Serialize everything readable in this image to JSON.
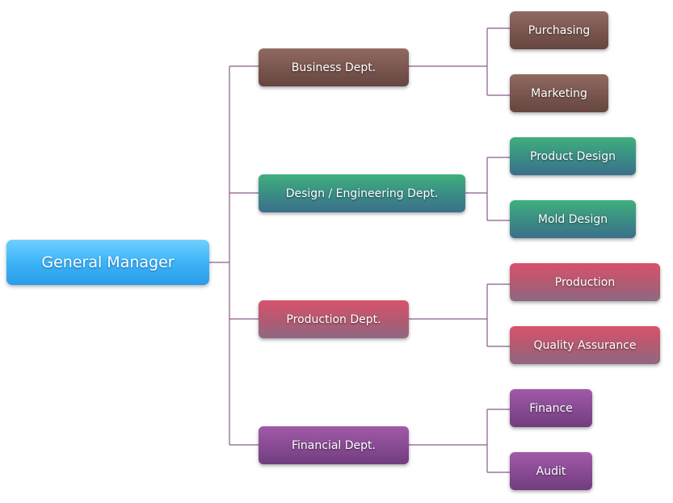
{
  "root": {
    "label": "General Manager"
  },
  "departments": [
    {
      "label": "Business Dept.",
      "color": "#7a574f",
      "children": [
        "Purchasing",
        "Marketing"
      ]
    },
    {
      "label": "Design / Engineering Dept.",
      "color": "#3a8b85",
      "children": [
        "Product Design",
        "Mold Design"
      ]
    },
    {
      "label": "Production Dept.",
      "color": "#b05b72",
      "children": [
        "Production",
        "Quality Assurance"
      ]
    },
    {
      "label": "Financial Dept.",
      "color": "#874a92",
      "children": [
        "Finance",
        "Audit"
      ]
    }
  ],
  "colors": {
    "root": "#3db3f7",
    "connector": "#8a5a8c"
  }
}
